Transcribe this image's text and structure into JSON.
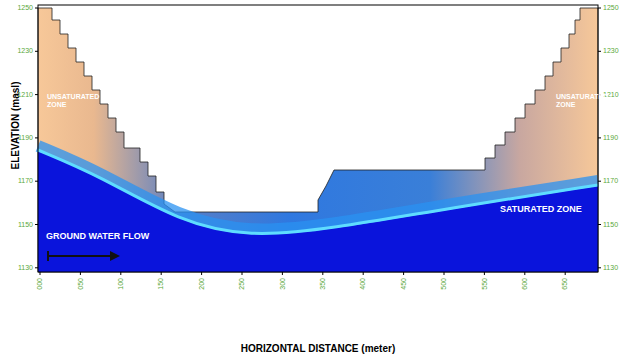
{
  "diagram": {
    "labels": [
      "ELEVATION (masl)",
      "1250",
      "1230",
      "1210",
      "1190",
      "1170",
      "1150",
      "1130",
      "1250",
      "1230",
      "1210",
      "1190",
      "1170",
      "1150",
      "1130",
      "UNSATURATED ZONE",
      "UNSATURATED ZONE",
      "SATURATED ZONE",
      "GROUND WATER FLOW",
      "000",
      "050",
      "100",
      "150",
      "200",
      "250",
      "300",
      "350",
      "400",
      "450",
      "500",
      "550",
      "600",
      "650",
      "HORIZONTAL DISTANCE (meter)"
    ]
  }
}
